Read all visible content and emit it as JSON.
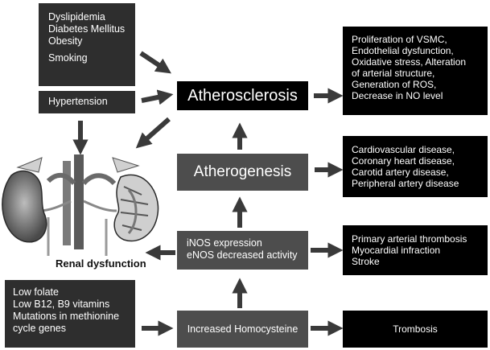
{
  "risk_factors": {
    "items": [
      "Dyslipidemia",
      "Diabetes Mellitus",
      "Obesity",
      "Smoking"
    ]
  },
  "hypertension": {
    "label": "Hypertension"
  },
  "atherosclerosis": {
    "label": "Atherosclerosis"
  },
  "atherogenesis": {
    "label": "Atherogenesis"
  },
  "nos": {
    "lines": [
      "iNOS expression",
      "eNOS decreased activity"
    ]
  },
  "homocysteine": {
    "label": "Increased Homocysteine"
  },
  "nutrition": {
    "lines": [
      "Low folate",
      "Low B12, B9 vitamins",
      "Mutations in methionine",
      "cycle genes"
    ]
  },
  "renal": {
    "label": "Renal dysfunction",
    "image": "kidney-anatomy-illustration"
  },
  "effects": {
    "vascular": [
      "Proliferation of VSMC,",
      "Endothelial dysfunction,",
      "Oxidative stress, Alteration",
      "of arterial structure,",
      "Generation of ROS,",
      "Decrease in NO level"
    ],
    "diseases": [
      "Cardiovascular disease,",
      "Coronary heart disease,",
      "Carotid artery disease,",
      "Peripheral artery disease"
    ],
    "thrombosis_related": [
      "Primary arterial thrombosis",
      "Myocardial infraction",
      "Stroke"
    ],
    "trombosis": "Trombosis"
  },
  "colors": {
    "dark_box": "#2e2e2e",
    "black_box": "#000000",
    "mid_box": "#4d4d4d",
    "arrow": "#3a3a3a"
  }
}
